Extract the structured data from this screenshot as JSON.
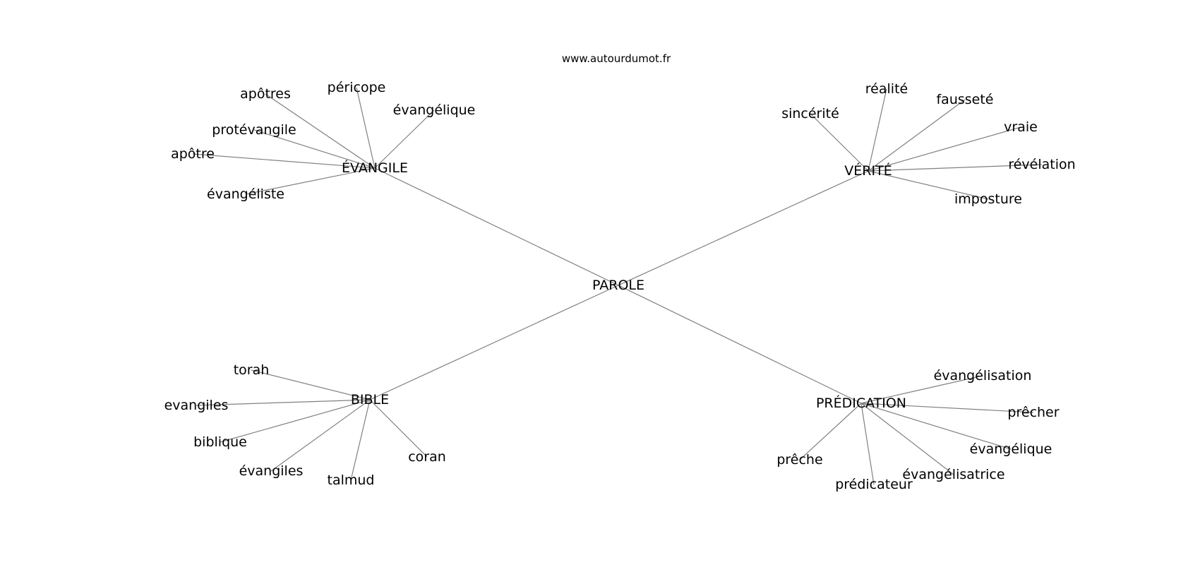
{
  "watermark": "www.autourdumot.fr",
  "center": "PAROLE",
  "groups": [
    {
      "label": "ÉVANGILE",
      "words": [
        "apôtres",
        "péricope",
        "évangélique",
        "protévangile",
        "apôtre",
        "évangéliste"
      ]
    },
    {
      "label": "VÉRITÉ",
      "words": [
        "sincérité",
        "réalité",
        "fausseté",
        "vraie",
        "révélation",
        "imposture"
      ]
    },
    {
      "label": "BIBLE",
      "words": [
        "torah",
        "evangiles",
        "biblique",
        "évangiles",
        "talmud",
        "coran"
      ]
    },
    {
      "label": "PRÉDICATION",
      "words": [
        "évangélisation",
        "prêcher",
        "évangélique",
        "évangélisatrice",
        "prédicateur",
        "prêche"
      ]
    }
  ],
  "colors": {
    "edge": "#808080",
    "text": "#000000",
    "background": "#ffffff"
  }
}
